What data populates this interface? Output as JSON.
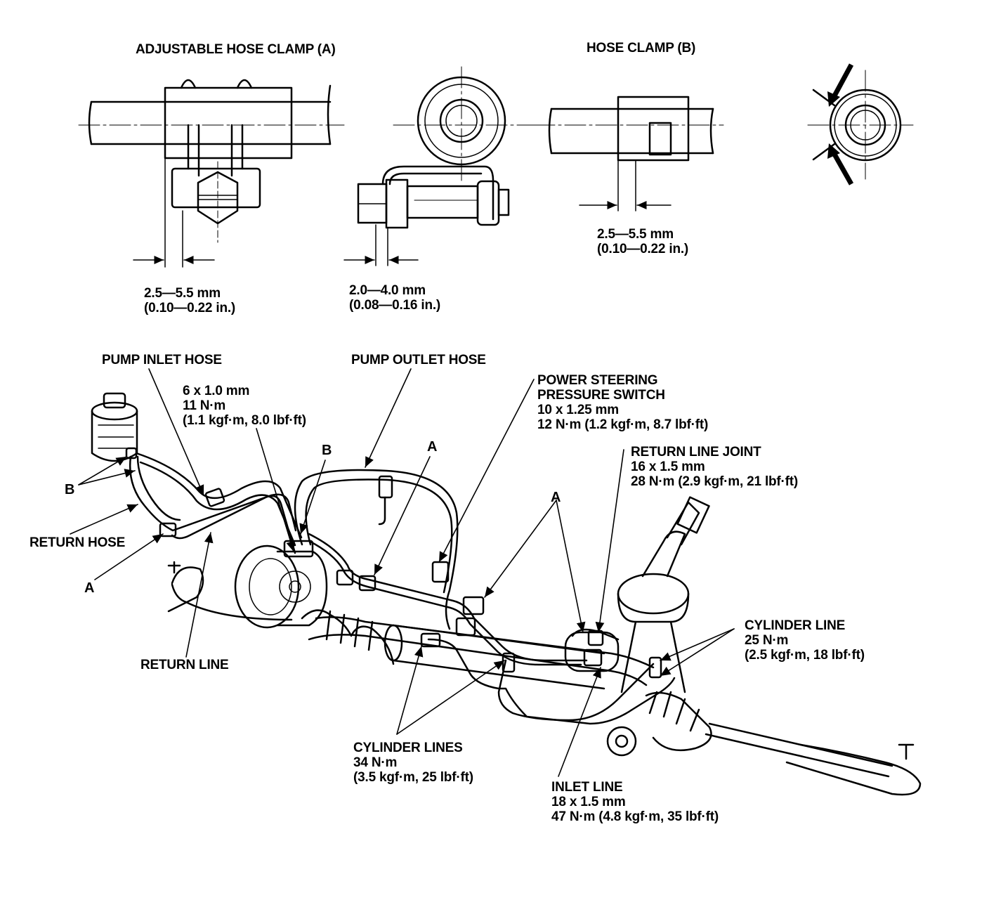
{
  "clamp_a": {
    "title": "ADJUSTABLE HOSE CLAMP (A)",
    "dim1_mm": "2.5—5.5 mm",
    "dim1_in": "(0.10—0.22 in.)",
    "dim2_mm": "2.0—4.0 mm",
    "dim2_in": "(0.08—0.16 in.)"
  },
  "clamp_b": {
    "title": "HOSE CLAMP (B)",
    "dim_mm": "2.5—5.5 mm",
    "dim_in": "(0.10—0.22 in.)"
  },
  "labels": {
    "pump_inlet_hose": "PUMP INLET HOSE",
    "bolt_size": "6 x 1.0 mm",
    "bolt_torque": "11 N·m",
    "bolt_torque_alt": "(1.1 kgf·m, 8.0 lbf·ft)",
    "pump_outlet_hose": "PUMP OUTLET HOSE",
    "ps_switch_1": "POWER STEERING",
    "ps_switch_2": "PRESSURE SWITCH",
    "ps_switch_size": "10 x 1.25 mm",
    "ps_switch_torque": "12 N·m (1.2 kgf·m, 8.7 lbf·ft)",
    "return_line_joint": "RETURN LINE JOINT",
    "rlj_size": "16 x 1.5 mm",
    "rlj_torque": "28 N·m (2.9 kgf·m, 21 lbf·ft)",
    "return_hose": "RETURN HOSE",
    "return_line": "RETURN LINE",
    "cylinder_line": "CYLINDER LINE",
    "cylinder_line_torque": "25 N·m",
    "cylinder_line_torque_alt": "(2.5 kgf·m, 18 lbf·ft)",
    "cylinder_lines": "CYLINDER LINES",
    "cylinder_lines_torque": "34 N·m",
    "cylinder_lines_torque_alt": "(3.5 kgf·m, 25 lbf·ft)",
    "inlet_line": "INLET LINE",
    "inlet_line_size": "18 x 1.5 mm",
    "inlet_line_torque": "47 N·m (4.8 kgf·m, 35 lbf·ft)"
  },
  "callouts": {
    "a": "A",
    "b": "B"
  }
}
